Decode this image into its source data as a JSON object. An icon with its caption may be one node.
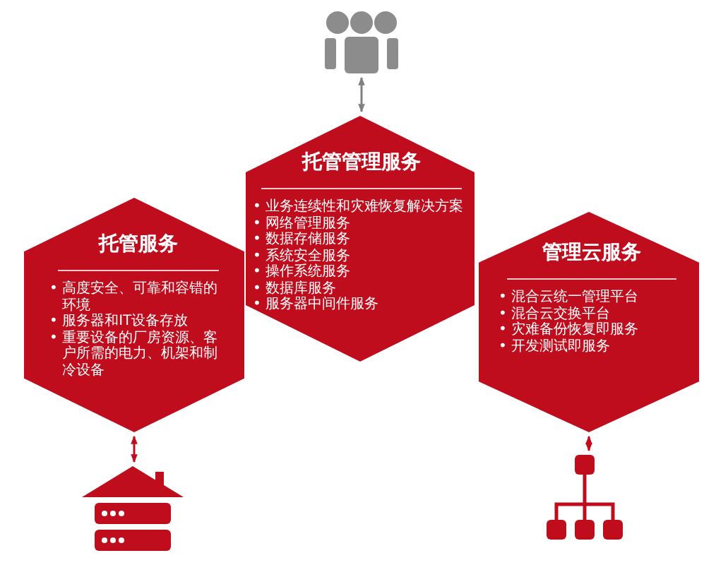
{
  "diagram": {
    "nodes": [
      {
        "text": [
          "托管服务",
          "• 高度安全、可靠和容错的环境",
          "• 服务器和IT设备存放",
          "• 重要设备的厂房资源、客户所需的电力、机架和制冷设备"
        ]
      },
      {
        "text": [
          "托管管理服务",
          "• 业务连续性和灾难恢复解决方案",
          "• 网络管理服务",
          "• 数据存储服务",
          "• 系统安全服务",
          "• 操作系统服务",
          "• 数据库服务",
          "• 服务器中间件服务"
        ]
      },
      {
        "text": [
          "管理云服务",
          "• 混合云统一管理平台",
          "• 混合云交换平台",
          "• 灾难备份恢复即服务",
          "• 开发测试即服务"
        ]
      },
      {
        "text": [],
        "shape": "person"
      },
      {
        "text": [],
        "shape": "picture"
      },
      {
        "text": [],
        "shape": "picture"
      }
    ],
    "edges": [
      {
        "from": 3,
        "to": 1,
        "arrow": "both",
        "color": "#808080"
      },
      {
        "from": 0,
        "to": 4,
        "arrow": "both"
      },
      {
        "from": 2,
        "to": 5,
        "arrow": "both"
      }
    ]
  }
}
